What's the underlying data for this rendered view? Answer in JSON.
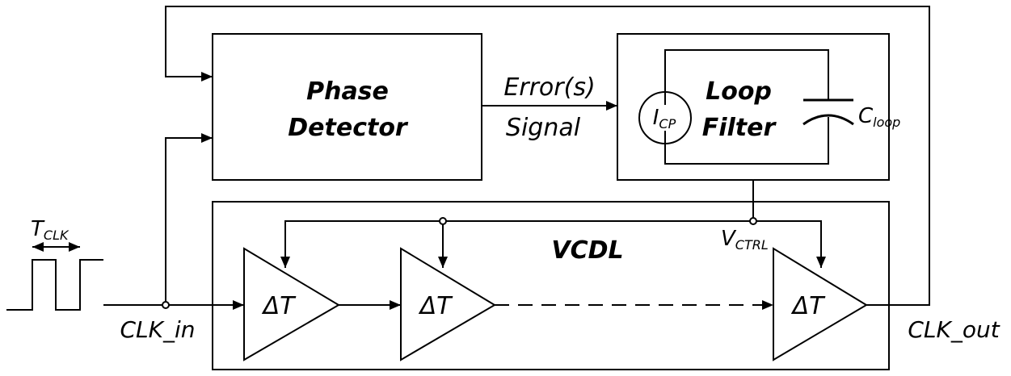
{
  "blocks": {
    "phase_detector": {
      "line1": "Phase",
      "line2": "Detector"
    },
    "loop_filter": {
      "line1": "Loop",
      "line2": "Filter"
    },
    "vcdl": {
      "label": "VCDL"
    }
  },
  "signals": {
    "error_line1": "Error(s)",
    "error_line2": "Signal",
    "clk_in": "CLK_in",
    "clk_out": "CLK_out",
    "t_clk": {
      "main": "T",
      "sub": "CLK"
    },
    "v_ctrl": {
      "main": "V",
      "sub": "CTRL"
    }
  },
  "components": {
    "current_source": {
      "main": "I",
      "sub": "CP"
    },
    "capacitor": {
      "main": "C",
      "sub": "loop"
    }
  },
  "delay_cells": [
    {
      "label": "ΔT"
    },
    {
      "label": "ΔT"
    },
    {
      "label": "ΔT"
    }
  ]
}
